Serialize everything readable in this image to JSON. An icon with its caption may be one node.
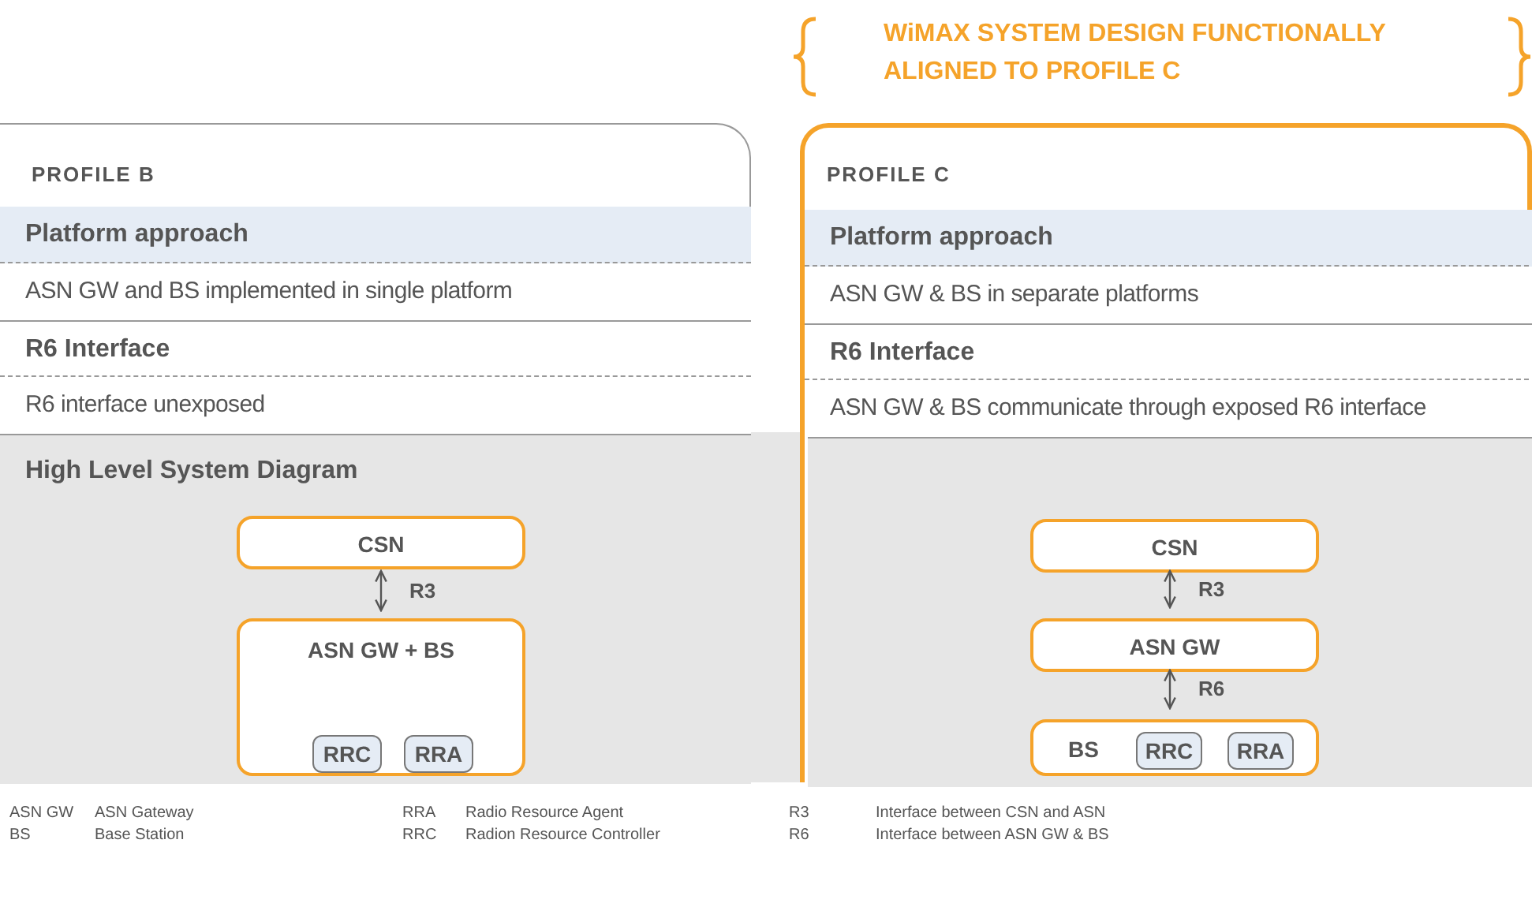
{
  "diagram": {
    "title": "WiMAX SYSTEM DESIGN FUNCTIONALLY ALIGNED TO PROFILE C",
    "nodes": [
      {
        "text": [
          "PROFILE B"
        ]
      },
      {
        "text": [
          "Platform approach"
        ],
        "in": 0
      },
      {
        "text": [
          "ASN GW and BS implemented in single platform"
        ],
        "in": 0
      },
      {
        "text": [
          "R6 Interface"
        ],
        "in": 0
      },
      {
        "text": [
          "R6 interface unexposed"
        ],
        "in": 0
      },
      {
        "text": [
          "High Level System Diagram"
        ],
        "in": 0
      },
      {
        "text": [
          "CSN"
        ],
        "in": 5
      },
      {
        "text": [
          "ASN GW + BS"
        ],
        "in": 5
      },
      {
        "text": [
          "RRC"
        ],
        "in": 7
      },
      {
        "text": [
          "RRA"
        ],
        "in": 7
      },
      {
        "text": [
          "PROFILE C"
        ]
      },
      {
        "text": [
          "Platform approach"
        ],
        "in": 10
      },
      {
        "text": [
          "ASN GW & BS in separate platforms"
        ],
        "in": 10
      },
      {
        "text": [
          "R6 Interface"
        ],
        "in": 10
      },
      {
        "text": [
          "ASN GW & BS communicate through exposed R6 interface"
        ],
        "in": 10
      },
      {
        "text": [],
        "shape": "box",
        "in": 10
      },
      {
        "text": [
          "CSN"
        ],
        "in": 15
      },
      {
        "text": [
          "ASN GW"
        ],
        "in": 15
      },
      {
        "text": [
          "BS"
        ],
        "in": 15
      },
      {
        "text": [
          "RRC"
        ],
        "in": 18
      },
      {
        "text": [
          "RRA"
        ],
        "in": 18
      }
    ],
    "edges": [
      {
        "from": 6,
        "to": 7,
        "arrow": "both",
        "label": "R3"
      },
      {
        "from": 16,
        "to": 17,
        "arrow": "both",
        "label": "R3"
      },
      {
        "from": 17,
        "to": 18,
        "arrow": "both",
        "label": "R6"
      }
    ],
    "labels": [
      "ASN GW",
      "ASN Gateway",
      "RRA",
      "Radio Resource Agent",
      "R3",
      "Interface between CSN and ASN",
      "BS",
      "Base Station",
      "RRC",
      "Radion Resource Controller",
      "R6",
      "Interface between ASN GW & BS"
    ]
  }
}
